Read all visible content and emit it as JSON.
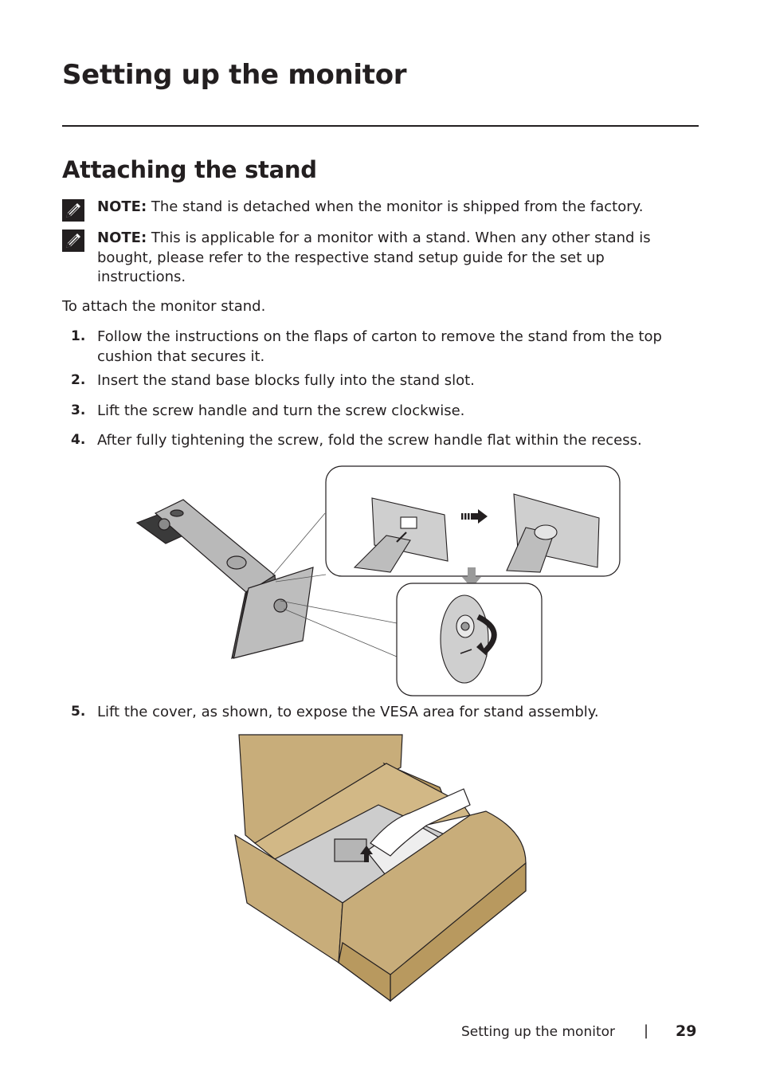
{
  "header": {
    "title": "Setting up the monitor"
  },
  "section": {
    "title": "Attaching the stand"
  },
  "notes": [
    {
      "label": "NOTE:",
      "text": " The stand is detached when the monitor is shipped from the factory.",
      "icon": "note-pencil-icon"
    },
    {
      "label": "NOTE:",
      "text": " This is applicable for a monitor with a stand. When any other stand is bought, please refer to the respective stand setup guide for the set up instructions.",
      "icon": "note-pencil-icon"
    }
  ],
  "intro": "To attach the monitor stand.",
  "steps": [
    {
      "number": "1.",
      "text": "Follow the instructions on the flaps of carton to remove the stand from the top cushion that secures it."
    },
    {
      "number": "2.",
      "text": "Insert the stand base blocks fully into the stand slot."
    },
    {
      "number": "3.",
      "text": "Lift the screw handle and turn the screw clockwise."
    },
    {
      "number": "4.",
      "text": "After fully tightening the screw, fold the screw handle flat within the recess."
    },
    {
      "number": "5.",
      "text": "Lift the cover, as shown, to expose the VESA area for stand assembly."
    }
  ],
  "footer": {
    "section_name": "Setting up the monitor",
    "separator": "|",
    "page_number": "29"
  },
  "colors": {
    "text": "#231f20",
    "cardboard": "#c8ad7a",
    "cardboard_dark": "#b8995f",
    "panel_gray": "#c9c9c9",
    "arrow_gray": "#9a9a9a"
  }
}
